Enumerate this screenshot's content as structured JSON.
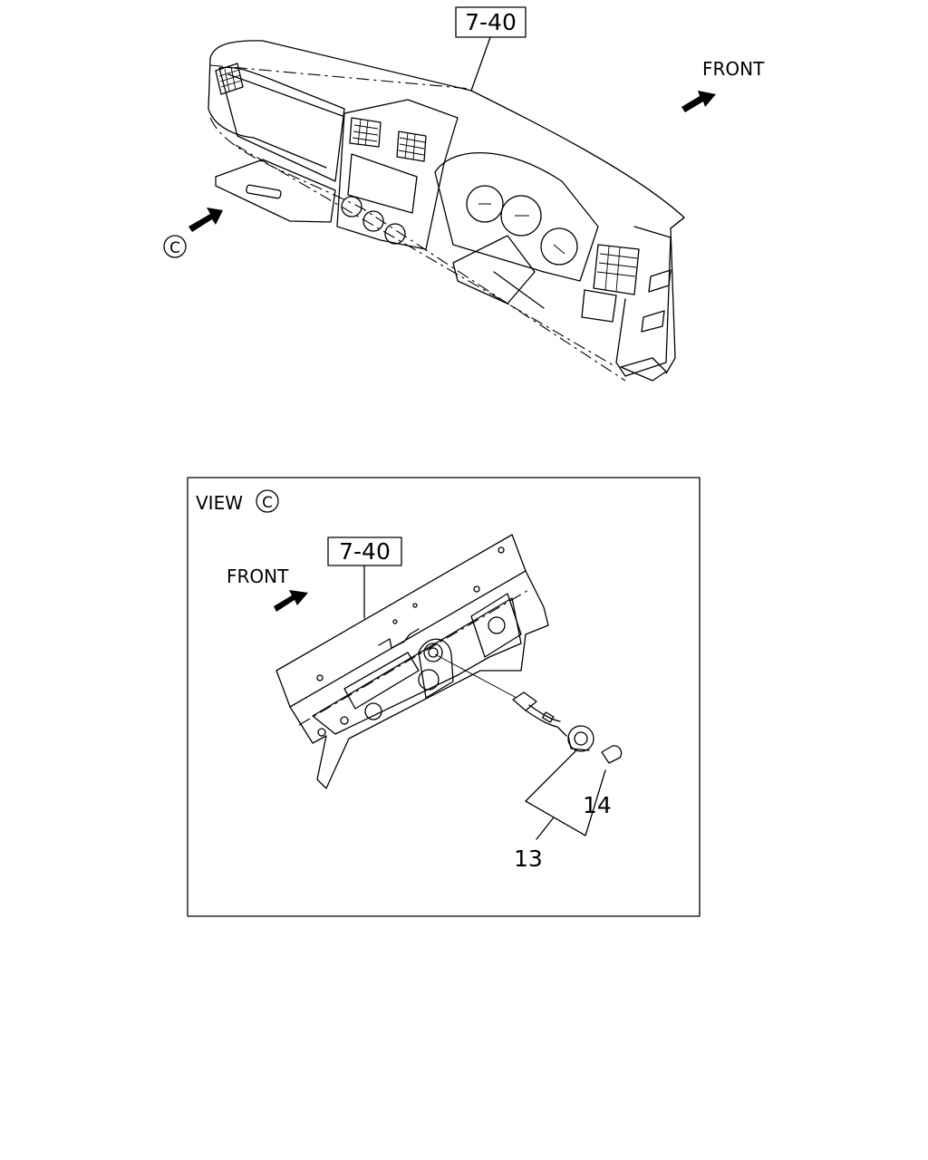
{
  "top_view": {
    "ref_label": "7-40",
    "front_label": "FRONT",
    "view_marker": "C"
  },
  "detail_view": {
    "view_title": "VIEW",
    "view_marker": "C",
    "ref_label": "7-40",
    "front_label": "FRONT",
    "callouts": [
      "13",
      "14"
    ]
  }
}
